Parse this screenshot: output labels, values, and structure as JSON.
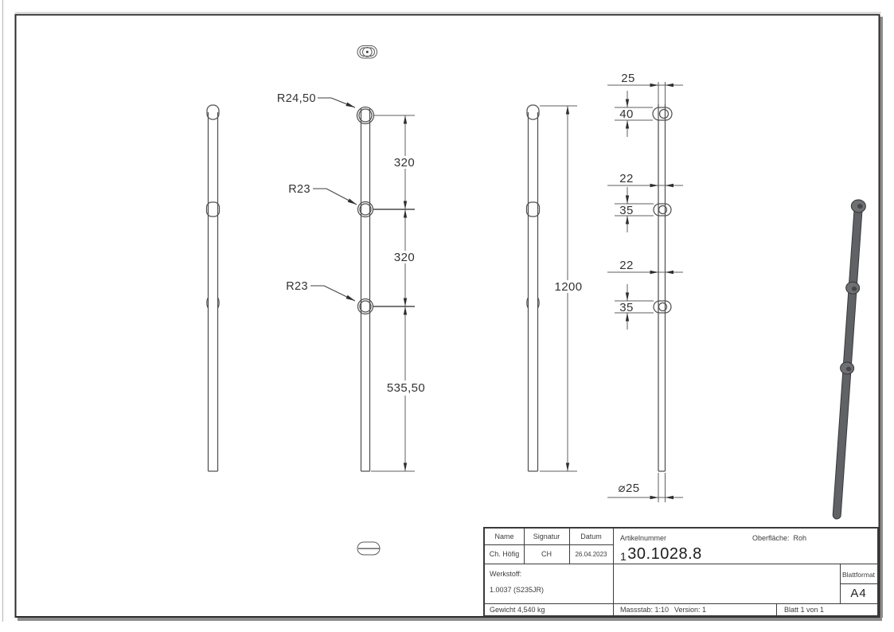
{
  "drawing": {
    "dims": {
      "r24_50": "R24,50",
      "r23_top": "R23",
      "r23_bottom": "R23",
      "seg_320_a": "320",
      "seg_320_b": "320",
      "seg_535_50": "535,50",
      "total_1200": "1200",
      "width_25": "25",
      "ring_40": "40",
      "width_22_a": "22",
      "ring_35_a": "35",
      "width_22_b": "22",
      "ring_35_b": "35",
      "dia_25": "⌀25"
    }
  },
  "title_block": {
    "name_label": "Name",
    "signatur_label": "Signatur",
    "datum_label": "Datum",
    "name_value": "Ch. Höfig",
    "signatur_value": "CH",
    "datum_value": "26.04.2023",
    "artikelnummer_label": "Artikelnummer",
    "artikelnummer_prefix": "1",
    "artikelnummer_value": "30.1028.8",
    "oberflaeche_label": "Oberfläche:",
    "oberflaeche_value": "Roh",
    "werkstoff_label": "Werkstoff:",
    "werkstoff_value": "1.0037 (S235JR)",
    "blattformat_label": "Blattformat",
    "blattformat_value": "A4",
    "gewicht": "Gewicht 4,540 kg",
    "massstab": "Massstab: 1:10",
    "version": "Version: 1",
    "blatt": "Blatt 1 von 1"
  },
  "colors": {
    "part_outline": "#515151",
    "dimension_line": "#5f5f5f",
    "arrow": "#2f2f2f",
    "text": "#333333",
    "frame": "#2c2c2c",
    "shadow": "#8c8c8c",
    "render_body": "#606265",
    "render_knob": "#6e7072"
  }
}
